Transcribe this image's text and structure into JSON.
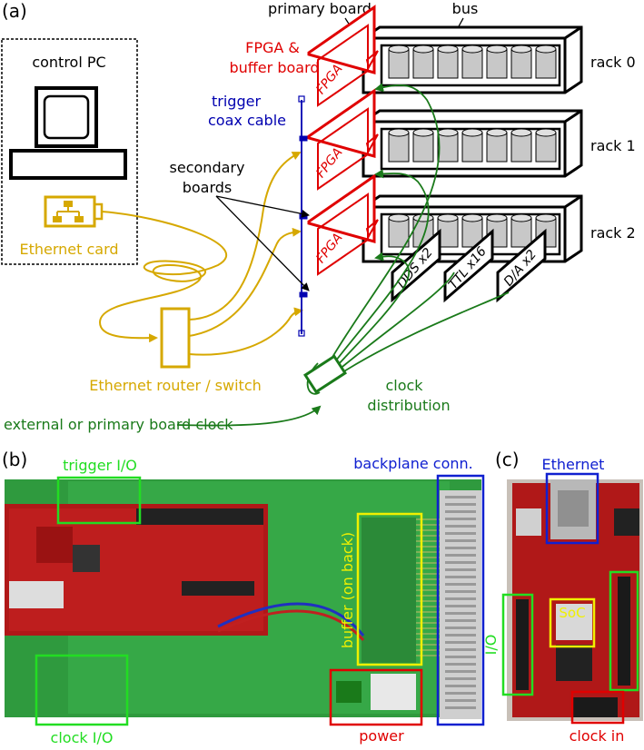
{
  "panel_a": {
    "panel_letter": "(a)",
    "control_pc": "control PC",
    "ethernet_card": "Ethernet card",
    "primary_board": "primary board",
    "bus": "bus",
    "fpga_buffer": [
      "FPGA &",
      "buffer board"
    ],
    "trigger": [
      "trigger",
      "coax cable"
    ],
    "secondary": [
      "secondary",
      "boards"
    ],
    "racks": [
      "rack 0",
      "rack 1",
      "rack 2"
    ],
    "fpga_chip": "FPGA",
    "cards": [
      "DDS x2",
      "TTL x16",
      "D/A x2"
    ],
    "router": "Ethernet router / switch",
    "clock_distribution": [
      "clock",
      "distribution"
    ],
    "external_clock": "external or primary board clock"
  },
  "panel_b": {
    "panel_letter": "(b)",
    "trigger_io": "trigger I/O",
    "backplane": "backplane conn.",
    "buffer": "buffer (on back)",
    "clock_io": "clock I/O",
    "power": "power"
  },
  "panel_c": {
    "panel_letter": "(c)",
    "ethernet": "Ethernet",
    "soc": "SoC",
    "io": "I/O",
    "clock_in": "clock in"
  },
  "colors": {
    "ethernet": "#d6a800",
    "trigger": "#0000b0",
    "fpga": "#e00000",
    "clock": "#1a7a1a",
    "highlight_green": "#22dd22",
    "highlight_blue": "#1020d0",
    "highlight_yellow": "#f0f000",
    "highlight_red": "#e00000",
    "pcb_green": "#2f9a3e",
    "pcb_red": "#b01818"
  }
}
